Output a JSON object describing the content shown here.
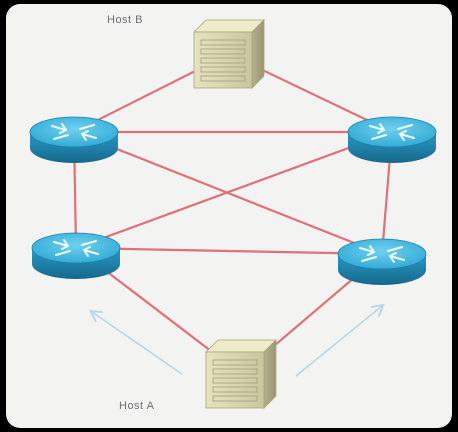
{
  "diagram": {
    "hosts": [
      {
        "id": "host-b",
        "label": "Host B"
      },
      {
        "id": "host-a",
        "label": "Host A"
      }
    ],
    "routers": [
      {
        "id": "router-top-left"
      },
      {
        "id": "router-top-right"
      },
      {
        "id": "router-bottom-left"
      },
      {
        "id": "router-bottom-right"
      }
    ],
    "links": [
      [
        "host-b",
        "router-top-left"
      ],
      [
        "host-b",
        "router-top-right"
      ],
      [
        "router-top-left",
        "router-top-right"
      ],
      [
        "router-top-left",
        "router-bottom-left"
      ],
      [
        "router-top-left",
        "router-bottom-right"
      ],
      [
        "router-top-right",
        "router-bottom-right"
      ],
      [
        "router-top-right",
        "router-bottom-left"
      ],
      [
        "router-bottom-left",
        "router-bottom-right"
      ],
      [
        "router-bottom-left",
        "host-a"
      ],
      [
        "router-bottom-right",
        "host-a"
      ]
    ],
    "colors": {
      "link": "#e0707a",
      "router_top": "#3fb7df",
      "router_side": "#1b7fa8",
      "server_front": "#d9d7b0",
      "arrow": "#b8d6e4"
    }
  }
}
